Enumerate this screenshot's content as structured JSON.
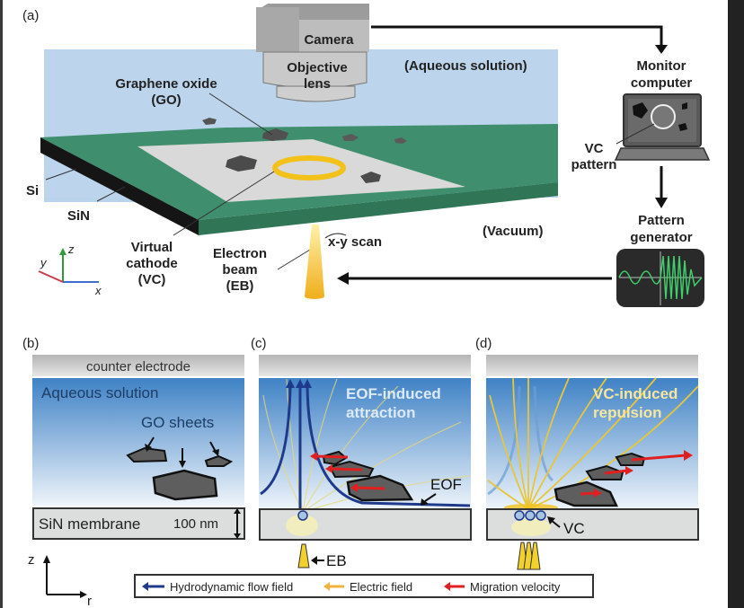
{
  "panels": {
    "a": {
      "label": "(a)",
      "camera": "Camera",
      "objective_lens": [
        "Objective",
        "lens"
      ],
      "aqueous_solution": "(Aqueous solution)",
      "graphene_oxide": [
        "Graphene oxide",
        "(GO)"
      ],
      "si": "Si",
      "sin": "SiN",
      "virtual_cathode": [
        "Virtual",
        "cathode",
        "(VC)"
      ],
      "electron_beam": [
        "Electron",
        "beam",
        "(EB)"
      ],
      "xy_scan": "x-y scan",
      "vacuum": "(Vacuum)",
      "monitor_computer": [
        "Monitor",
        "computer"
      ],
      "vc_pattern": [
        "VC",
        "pattern"
      ],
      "pattern_generator": [
        "Pattern",
        "generator"
      ],
      "axes": {
        "x": "x",
        "y": "y",
        "z": "z"
      }
    },
    "b": {
      "label": "(b)",
      "counter_electrode": "counter electrode",
      "aqueous_solution": "Aqueous solution",
      "go_sheets": "GO sheets",
      "sin_membrane": "SiN membrane",
      "thickness": "100 nm",
      "axes": {
        "z": "z",
        "r": "r"
      }
    },
    "c": {
      "label": "(c)",
      "title": [
        "EOF-induced",
        "attraction"
      ],
      "eof": "EOF",
      "eb": "EB"
    },
    "d": {
      "label": "(d)",
      "title": [
        "VC-induced",
        "repulsion"
      ],
      "vc": "VC"
    }
  },
  "legend": [
    {
      "label": "Hydrodynamic flow field",
      "color": "#1f3a8a"
    },
    {
      "label": "Electric field",
      "color": "#f0b43c"
    },
    {
      "label": "Migration velocity",
      "color": "#e02020"
    }
  ],
  "colors": {
    "solution_blue": "#b9d3ea",
    "substrate_green": "#3f8f6e",
    "vc_ring": "#f2c21b",
    "go_sheet": "#5a5a5a"
  }
}
